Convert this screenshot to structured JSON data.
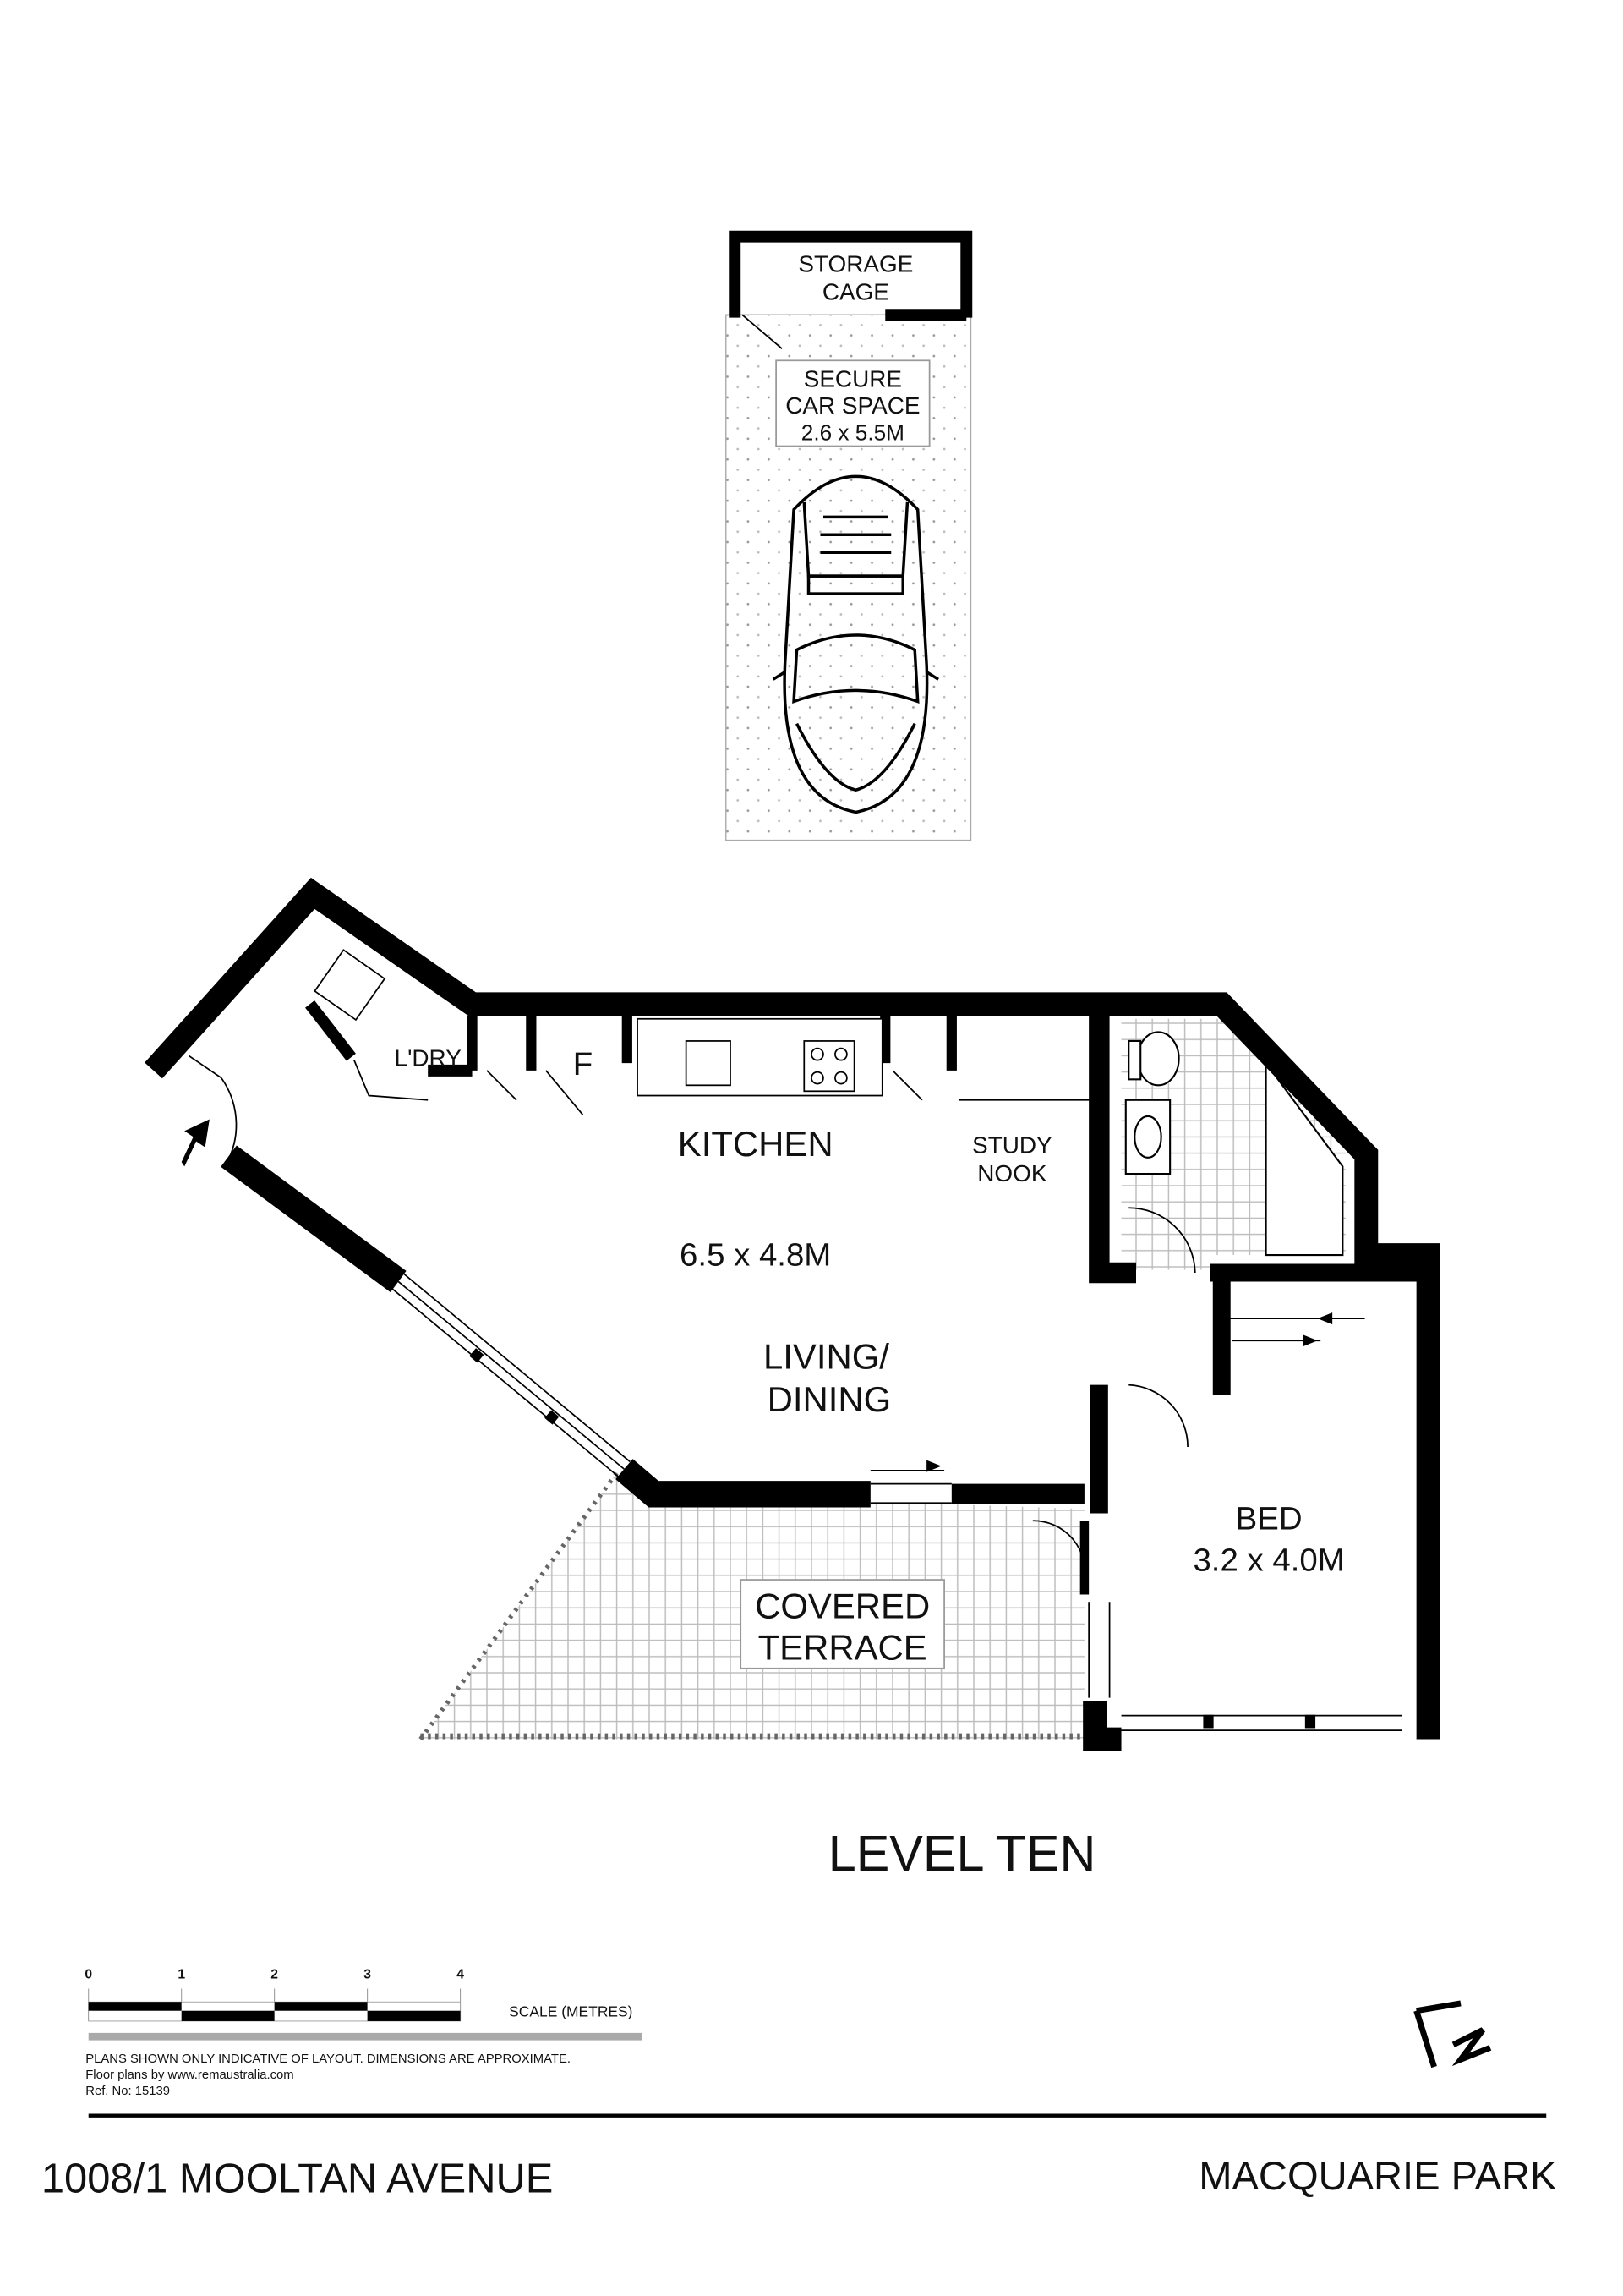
{
  "car_space": {
    "storage_line1": "STORAGE",
    "storage_line2": "CAGE",
    "label_line1": "SECURE",
    "label_line2": "CAR SPACE",
    "dimensions": "2.6 x 5.5M"
  },
  "rooms": {
    "laundry": "L'DRY",
    "fridge": "F",
    "kitchen": "KITCHEN",
    "study_line1": "STUDY",
    "study_line2": "NOOK",
    "living_dims": "6.5 x 4.8M",
    "living_line1": "LIVING/",
    "living_line2": "DINING",
    "terrace_line1": "COVERED",
    "terrace_line2": "TERRACE",
    "bed": "BED",
    "bed_dims": "3.2 x 4.0M"
  },
  "level_title": "LEVEL TEN",
  "scale": {
    "ticks": [
      "0",
      "1",
      "2",
      "3",
      "4"
    ],
    "label": "SCALE (METRES)"
  },
  "disclaimer": {
    "line1": "PLANS SHOWN ONLY INDICATIVE OF LAYOUT.  DIMENSIONS ARE APPROXIMATE.",
    "line2": "Floor plans by www.remaustralia.com",
    "line3": "Ref. No: 15139"
  },
  "footer": {
    "address": "1008/1 MOOLTAN AVENUE",
    "suburb": "MACQUARIE PARK"
  },
  "icons": {
    "north": "north-arrow-icon",
    "entry": "entry-arrow-icon"
  }
}
